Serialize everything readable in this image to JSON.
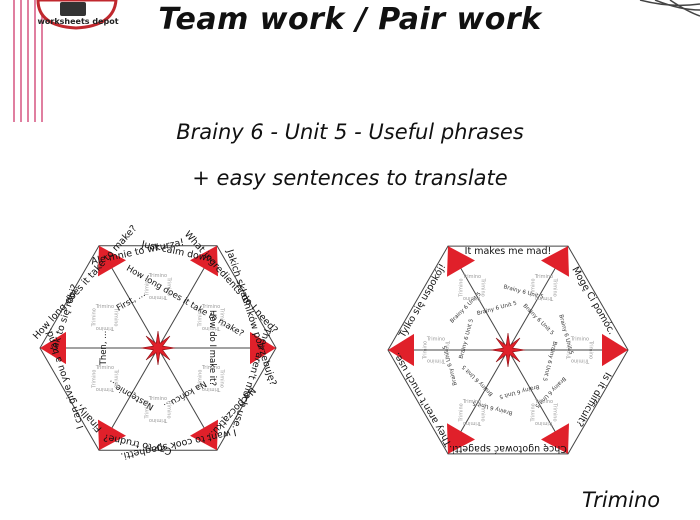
{
  "header": {
    "title": "Team work / Pair work",
    "subtitle_line1": "Brainy 6 - Unit 5 - Useful phrases",
    "subtitle_line2": "+ easy sentences to translate"
  },
  "logo": {
    "text": "worksheets depot"
  },
  "footer": {
    "brand": "Trimino"
  },
  "colors": {
    "accent_red": "#e0202a",
    "stripe_pink": "#e07fa0",
    "line": "#444444"
  },
  "left_hexagon": {
    "edge_labels": [
      "Ale mnie to wkurza!",
      "Just calm down.",
      "What ingredients do I need?",
      "Jakich składników potrzebuję?",
      "They aren't much use.",
      "Na początku...",
      "I want to cook spaghetti.",
      "Czy to trudne?",
      "Finally, ...",
      "I can give you a hand.",
      "Jak to się robi?",
      "How long does it take to make?"
    ],
    "inner_labels": [
      "How long does it take to make?",
      "How do I make it?",
      "Na końcu...",
      "Następnie...",
      "Then, ...",
      "First, ..."
    ],
    "watermark": "Trimino"
  },
  "right_hexagon": {
    "edge_labels": [
      "It makes me mad!",
      "Mogę Ci pomóc.",
      "Is it difficult?",
      "Chcę ugotować spagetti.",
      "They aren't much use.",
      "Tylko się uspokój!"
    ],
    "inner_labels": [
      "Brainy 6 Unit 5",
      "Brainy 6 Unit 5",
      "Brainy 6 Unit 5",
      "Brainy 6 Unit 5",
      "Brainy 6 Unit 5",
      "Brainy 6 Unit 5",
      "Brainy 6 Unit 5",
      "Brainy 6 Unit 5",
      "Brainy 6 Unit 5",
      "Brainy 6 Unit 5",
      "Brainy 6 Unit 5",
      "Brainy 6 Unit 5"
    ],
    "watermark": "Trimino"
  }
}
